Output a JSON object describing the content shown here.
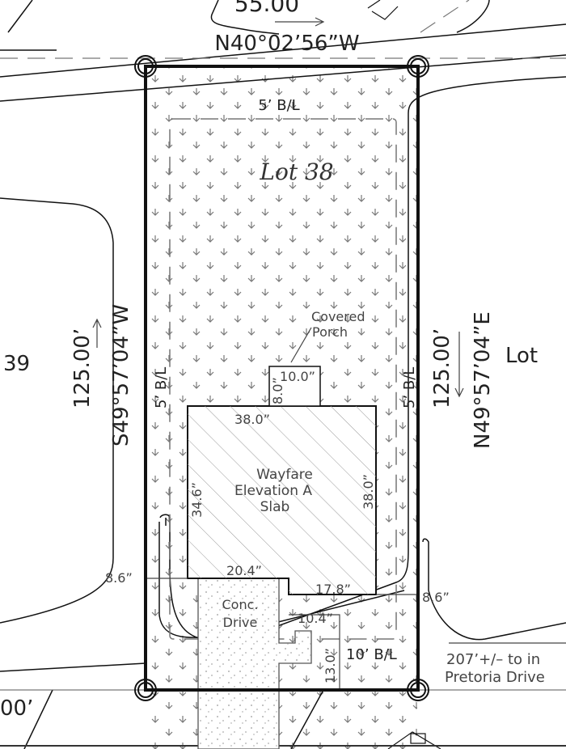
{
  "bearings": {
    "top_distance": "55.00",
    "top_bearing": "N40°02’56”W",
    "left_distance": "125.00’",
    "left_bearing": "S49°57’04”W",
    "right_distance": "125.00’",
    "right_bearing": "N49°57’04”E",
    "bottom_partial": "00’"
  },
  "lot": {
    "label": "Lot 38",
    "left_neighbor": "39",
    "right_neighbor": "Lot"
  },
  "setbacks": {
    "front": "5’ B/L",
    "left": "5’ B/L",
    "right": "5’ B/L",
    "rear": "10’ B/L"
  },
  "porch": {
    "label_line1": "Covered",
    "label_line2": "Porch",
    "width": "10.0”",
    "depth": "8.0”"
  },
  "slab": {
    "line1": "Wayfare",
    "line2": "Elevation A",
    "line3": "Slab",
    "width": "38.0”",
    "left_depth": "34.6”",
    "right_depth": "38.0”",
    "garage_width": "20.4”",
    "rear_width": "17.8”"
  },
  "offsets": {
    "left": "8.6”",
    "right": "8.6”",
    "drive_offset": "10.4”",
    "rear_offset": "13.0”"
  },
  "drive": {
    "line1": "Conc.",
    "line2": "Drive"
  },
  "note": {
    "line1": "207’+/– to in",
    "line2": "Pretoria Drive"
  },
  "colors": {
    "line": "#111111",
    "grass": "#777777",
    "hatch": "#999999"
  }
}
